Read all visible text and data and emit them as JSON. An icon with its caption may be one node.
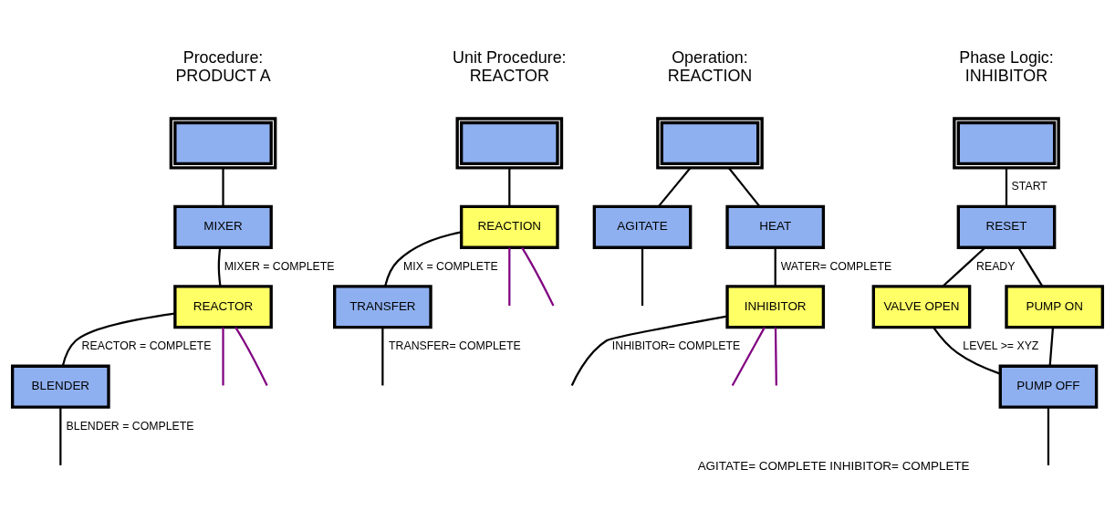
{
  "diagram": {
    "nodes": [
      {
        "text": [],
        "shape": "box",
        "beside": [
          "Procedure: PRODUCT A"
        ]
      },
      {
        "text": [
          "MIXER"
        ]
      },
      {
        "text": [
          "REACTOR"
        ]
      },
      {
        "text": [
          "BLENDER"
        ]
      },
      {
        "text": [],
        "shape": "box",
        "beside": [
          "Unit Procedure: REACTOR"
        ]
      },
      {
        "text": [
          "REACTION"
        ]
      },
      {
        "text": [
          "TRANSFER"
        ]
      },
      {
        "text": [],
        "shape": "box",
        "beside": [
          "Operation: REACTION"
        ]
      },
      {
        "text": [
          "AGITATE"
        ]
      },
      {
        "text": [
          "HEAT"
        ]
      },
      {
        "text": [
          "INHIBITOR"
        ]
      },
      {
        "text": [],
        "shape": "box",
        "beside": [
          "Phase Logic: INHIBITOR"
        ]
      },
      {
        "text": [
          "RESET"
        ]
      },
      {
        "text": [
          "VALVE OPEN"
        ]
      },
      {
        "text": [
          "PUMP ON"
        ]
      },
      {
        "text": [
          "PUMP OFF"
        ]
      }
    ],
    "edges": [
      {
        "from": 0,
        "to": 1,
        "arrow": "none"
      },
      {
        "from": 1,
        "to": 2,
        "arrow": "none",
        "label": "MIXER = COMPLETE"
      },
      {
        "from": 2,
        "to": 3,
        "arrow": "none",
        "label": "REACTOR = COMPLETE"
      },
      {
        "from": 3,
        "to": null,
        "arrow": "none",
        "label": "BLENDER = COMPLETE"
      },
      {
        "from": 2,
        "to": null,
        "arrow": "none",
        "color": "#800080"
      },
      {
        "from": 2,
        "to": null,
        "arrow": "none",
        "color": "#800080"
      },
      {
        "from": 4,
        "to": 5,
        "arrow": "none"
      },
      {
        "from": 5,
        "to": 6,
        "arrow": "none",
        "label": "MIX = COMPLETE"
      },
      {
        "from": 6,
        "to": null,
        "arrow": "none",
        "label": "TRANSFER= COMPLETE"
      },
      {
        "from": 5,
        "to": null,
        "arrow": "none",
        "color": "#800080"
      },
      {
        "from": 5,
        "to": null,
        "arrow": "none",
        "color": "#800080"
      },
      {
        "from": 7,
        "to": 8,
        "arrow": "none"
      },
      {
        "from": 7,
        "to": 9,
        "arrow": "none"
      },
      {
        "from": 9,
        "to": 10,
        "arrow": "none",
        "label": "WATER= COMPLETE"
      },
      {
        "from": 8,
        "to": null,
        "arrow": "none"
      },
      {
        "from": 10,
        "to": null,
        "arrow": "none",
        "label": "INHIBITOR= COMPLETE"
      },
      {
        "from": 10,
        "to": null,
        "arrow": "none",
        "color": "#800080"
      },
      {
        "from": 10,
        "to": null,
        "arrow": "none",
        "color": "#800080"
      },
      {
        "from": 11,
        "to": 12,
        "arrow": "none",
        "label": "START"
      },
      {
        "from": 12,
        "to": 13,
        "arrow": "none",
        "label": "READY"
      },
      {
        "from": 12,
        "to": 14,
        "arrow": "none"
      },
      {
        "from": 13,
        "to": 15,
        "arrow": "none",
        "label": "LEVEL >= XYZ"
      },
      {
        "from": 14,
        "to": 15,
        "arrow": "none"
      },
      {
        "from": 15,
        "to": null,
        "arrow": "none"
      }
    ],
    "labels": [
      "AGITATE= COMPLETE INHIBITOR= COMPLETE"
    ]
  }
}
